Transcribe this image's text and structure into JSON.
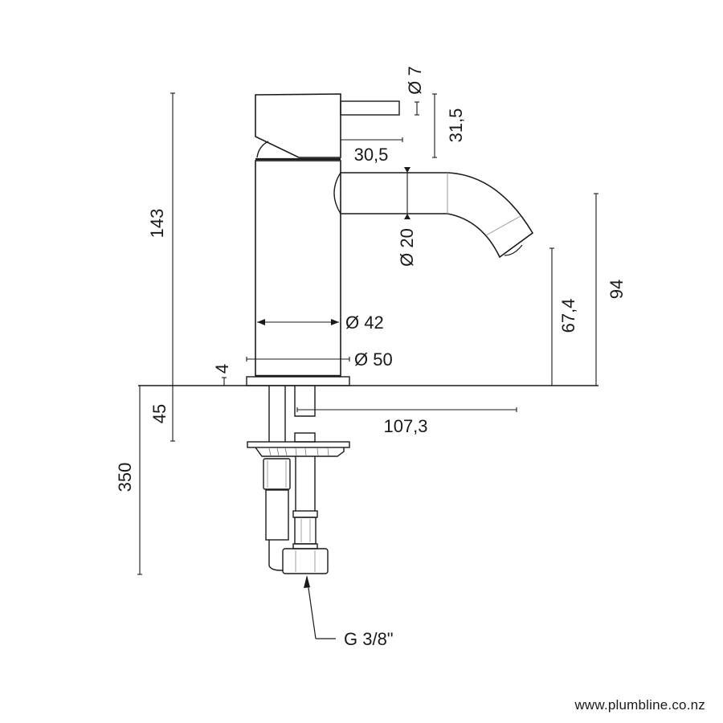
{
  "drawing": {
    "subject": "basin mixer tap side elevation",
    "line_color": "#1a1a1a",
    "background": "#ffffff",
    "dimensions": {
      "overall_height": "143",
      "handle_diameter": "Ø 7",
      "handle_height": "31,5",
      "handle_length": "30,5",
      "spout_diameter": "Ø 20",
      "body_diameter": "Ø 42",
      "base_diameter": "Ø 50",
      "base_thickness": "4",
      "spout_outlet_height": "67,4",
      "spout_top_height": "94",
      "below_deck_shank": "45",
      "hose_length": "350",
      "spout_reach": "107,3",
      "connection_thread": "G 3/8\""
    }
  },
  "footer": {
    "website": "www.plumbline.co.nz"
  }
}
